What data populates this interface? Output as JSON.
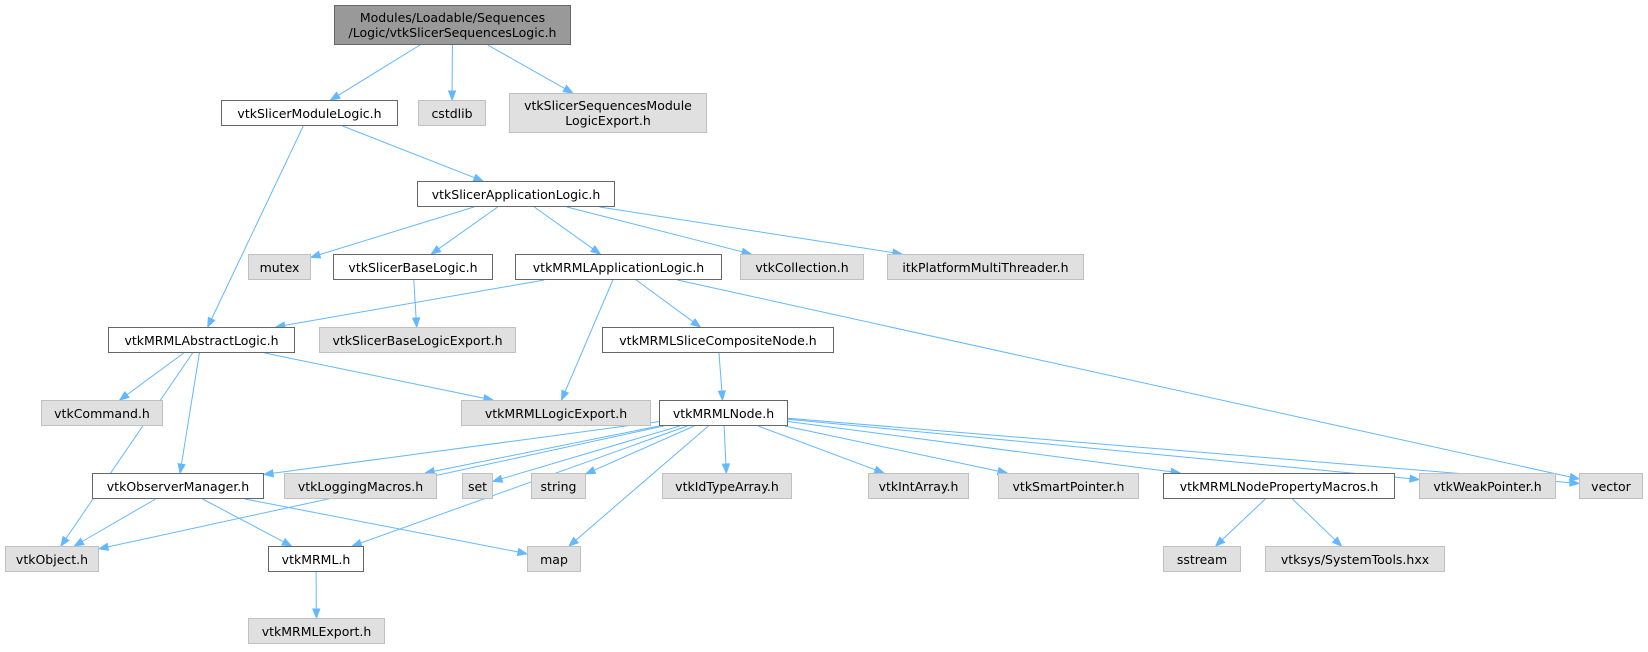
{
  "graph": {
    "nodes": [
      {
        "id": "root",
        "label": "Modules/Loadable/Sequences\n/Logic/vtkSlicerSequencesLogic.h",
        "kind": "main"
      },
      {
        "id": "moduleLogic",
        "label": "vtkSlicerModuleLogic.h",
        "kind": "doc"
      },
      {
        "id": "cstdlib",
        "label": "cstdlib",
        "kind": "ext"
      },
      {
        "id": "seqExport",
        "label": "vtkSlicerSequencesModule\nLogicExport.h",
        "kind": "ext"
      },
      {
        "id": "appLogic",
        "label": "vtkSlicerApplicationLogic.h",
        "kind": "doc"
      },
      {
        "id": "mutex",
        "label": "mutex",
        "kind": "ext"
      },
      {
        "id": "baseLogic",
        "label": "vtkSlicerBaseLogic.h",
        "kind": "doc"
      },
      {
        "id": "mrmlAppLogic",
        "label": "vtkMRMLApplicationLogic.h",
        "kind": "doc"
      },
      {
        "id": "collection",
        "label": "vtkCollection.h",
        "kind": "ext"
      },
      {
        "id": "itkThreader",
        "label": "itkPlatformMultiThreader.h",
        "kind": "ext"
      },
      {
        "id": "abstractLogic",
        "label": "vtkMRMLAbstractLogic.h",
        "kind": "doc"
      },
      {
        "id": "baseLogicExport",
        "label": "vtkSlicerBaseLogicExport.h",
        "kind": "ext"
      },
      {
        "id": "sliceComposite",
        "label": "vtkMRMLSliceCompositeNode.h",
        "kind": "doc"
      },
      {
        "id": "command",
        "label": "vtkCommand.h",
        "kind": "ext"
      },
      {
        "id": "logicExport",
        "label": "vtkMRMLLogicExport.h",
        "kind": "ext"
      },
      {
        "id": "mrmlNode",
        "label": "vtkMRMLNode.h",
        "kind": "doc"
      },
      {
        "id": "observerMgr",
        "label": "vtkObserverManager.h",
        "kind": "doc"
      },
      {
        "id": "loggingMacros",
        "label": "vtkLoggingMacros.h",
        "kind": "ext"
      },
      {
        "id": "set",
        "label": "set",
        "kind": "ext"
      },
      {
        "id": "string",
        "label": "string",
        "kind": "ext"
      },
      {
        "id": "idTypeArray",
        "label": "vtkIdTypeArray.h",
        "kind": "ext"
      },
      {
        "id": "intArray",
        "label": "vtkIntArray.h",
        "kind": "ext"
      },
      {
        "id": "smartPointer",
        "label": "vtkSmartPointer.h",
        "kind": "ext"
      },
      {
        "id": "propMacros",
        "label": "vtkMRMLNodePropertyMacros.h",
        "kind": "doc"
      },
      {
        "id": "weakPointer",
        "label": "vtkWeakPointer.h",
        "kind": "ext"
      },
      {
        "id": "vector",
        "label": "vector",
        "kind": "ext"
      },
      {
        "id": "object",
        "label": "vtkObject.h",
        "kind": "ext"
      },
      {
        "id": "mrml",
        "label": "vtkMRML.h",
        "kind": "doc"
      },
      {
        "id": "map",
        "label": "map",
        "kind": "ext"
      },
      {
        "id": "sstream",
        "label": "sstream",
        "kind": "ext"
      },
      {
        "id": "systemTools",
        "label": "vtksys/SystemTools.hxx",
        "kind": "ext"
      },
      {
        "id": "mrmlExport",
        "label": "vtkMRMLExport.h",
        "kind": "ext"
      }
    ],
    "edges": [
      [
        "root",
        "moduleLogic"
      ],
      [
        "root",
        "cstdlib"
      ],
      [
        "root",
        "seqExport"
      ],
      [
        "moduleLogic",
        "appLogic"
      ],
      [
        "moduleLogic",
        "abstractLogic"
      ],
      [
        "appLogic",
        "mutex"
      ],
      [
        "appLogic",
        "baseLogic"
      ],
      [
        "appLogic",
        "mrmlAppLogic"
      ],
      [
        "appLogic",
        "collection"
      ],
      [
        "appLogic",
        "itkThreader"
      ],
      [
        "baseLogic",
        "baseLogicExport"
      ],
      [
        "mrmlAppLogic",
        "abstractLogic"
      ],
      [
        "mrmlAppLogic",
        "logicExport"
      ],
      [
        "mrmlAppLogic",
        "sliceComposite"
      ],
      [
        "mrmlAppLogic",
        "vector"
      ],
      [
        "abstractLogic",
        "object"
      ],
      [
        "abstractLogic",
        "command"
      ],
      [
        "abstractLogic",
        "logicExport"
      ],
      [
        "abstractLogic",
        "observerMgr"
      ],
      [
        "sliceComposite",
        "mrmlNode"
      ],
      [
        "mrmlNode",
        "object"
      ],
      [
        "mrmlNode",
        "observerMgr"
      ],
      [
        "mrmlNode",
        "loggingMacros"
      ],
      [
        "mrmlNode",
        "set"
      ],
      [
        "mrmlNode",
        "string"
      ],
      [
        "mrmlNode",
        "idTypeArray"
      ],
      [
        "mrmlNode",
        "intArray"
      ],
      [
        "mrmlNode",
        "smartPointer"
      ],
      [
        "mrmlNode",
        "propMacros"
      ],
      [
        "mrmlNode",
        "weakPointer"
      ],
      [
        "mrmlNode",
        "vector"
      ],
      [
        "mrmlNode",
        "mrml"
      ],
      [
        "mrmlNode",
        "map"
      ],
      [
        "observerMgr",
        "object"
      ],
      [
        "observerMgr",
        "mrml"
      ],
      [
        "observerMgr",
        "map"
      ],
      [
        "propMacros",
        "sstream"
      ],
      [
        "propMacros",
        "systemTools"
      ],
      [
        "mrml",
        "mrmlExport"
      ]
    ]
  }
}
